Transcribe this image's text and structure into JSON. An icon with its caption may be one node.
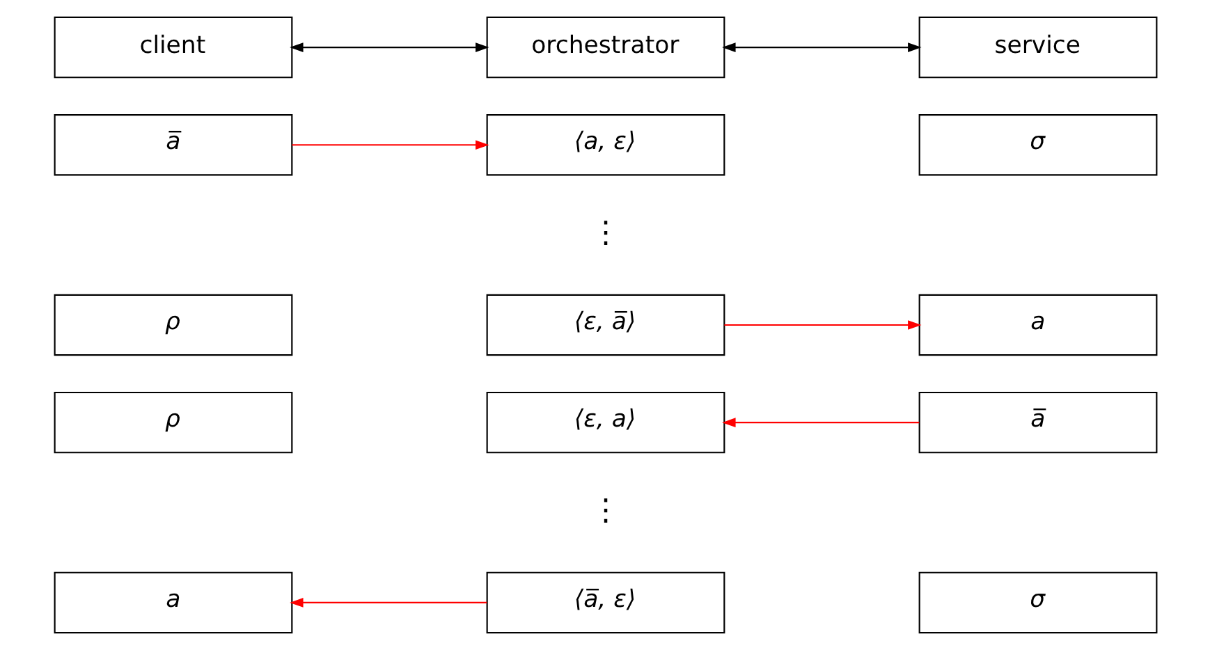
{
  "diagram": {
    "nodes": [
      {
        "text": [
          "client"
        ]
      },
      {
        "text": [
          "orchestrator"
        ]
      },
      {
        "text": [
          "service"
        ]
      },
      {
        "text": [
          "a̅"
        ]
      },
      {
        "text": [
          "⟨a, ε⟩"
        ]
      },
      {
        "text": [
          "σ"
        ]
      },
      {
        "text": [
          "ρ"
        ]
      },
      {
        "text": [
          "⟨ε, a̅⟩"
        ]
      },
      {
        "text": [
          "a"
        ]
      },
      {
        "text": [
          "ρ"
        ]
      },
      {
        "text": [
          "⟨ε, a⟩"
        ]
      },
      {
        "text": [
          "a̅"
        ]
      },
      {
        "text": [
          "a"
        ]
      },
      {
        "text": [
          "⟨a̅, ε⟩"
        ]
      },
      {
        "text": [
          "σ"
        ]
      }
    ],
    "edges": [
      {
        "from": 0,
        "to": 1,
        "arrow": "both",
        "color": "#000000"
      },
      {
        "from": 1,
        "to": 2,
        "arrow": "both",
        "color": "#000000"
      },
      {
        "from": 3,
        "to": 4,
        "arrow": "to",
        "color": "#ff0000"
      },
      {
        "from": 7,
        "to": 8,
        "arrow": "to",
        "color": "#ff0000"
      },
      {
        "from": 11,
        "to": 10,
        "arrow": "to",
        "color": "#ff0000"
      },
      {
        "from": 13,
        "to": 12,
        "arrow": "to",
        "color": "#ff0000"
      }
    ],
    "labels": [
      "⋮",
      "⋮"
    ]
  }
}
